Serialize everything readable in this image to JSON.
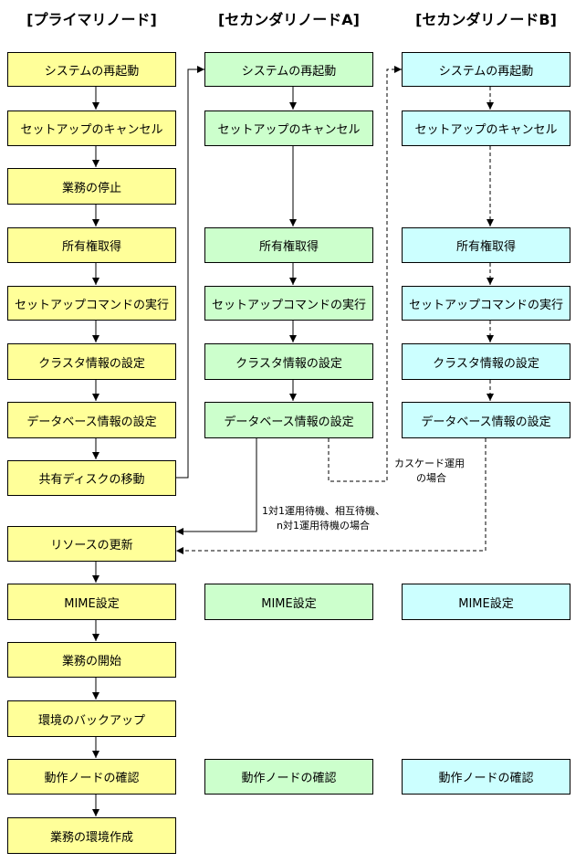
{
  "headers": {
    "primary": "[プライマリノード]",
    "secondary_a": "[セカンダリノードA]",
    "secondary_b": "[セカンダリノードB]"
  },
  "primary": {
    "restart": "システムの再起動",
    "cancel_setup": "セットアップのキャンセル",
    "stop_business": "業務の停止",
    "take_ownership": "所有権取得",
    "run_setup_cmd": "セットアップコマンドの実行",
    "cluster_info": "クラスタ情報の設定",
    "db_info": "データベース情報の設定",
    "move_shared_disk": "共有ディスクの移動",
    "update_resource": "リソースの更新",
    "mime": "MIME設定",
    "start_business": "業務の開始",
    "backup_env": "環境のバックアップ",
    "confirm_node": "動作ノードの確認",
    "create_env": "業務の環境作成"
  },
  "secondary_a": {
    "restart": "システムの再起動",
    "cancel_setup": "セットアップのキャンセル",
    "take_ownership": "所有権取得",
    "run_setup_cmd": "セットアップコマンドの実行",
    "cluster_info": "クラスタ情報の設定",
    "db_info": "データベース情報の設定",
    "mime": "MIME設定",
    "confirm_node": "動作ノードの確認"
  },
  "secondary_b": {
    "restart": "システムの再起動",
    "cancel_setup": "セットアップのキャンセル",
    "take_ownership": "所有権取得",
    "run_setup_cmd": "セットアップコマンドの実行",
    "cluster_info": "クラスタ情報の設定",
    "db_info": "データベース情報の設定",
    "mime": "MIME設定",
    "confirm_node": "動作ノードの確認"
  },
  "notes": {
    "cascade_line1": "カスケード運用",
    "cascade_line2": "の場合",
    "one_to_one_line1": "1対1運用待機、相互待機、",
    "one_to_one_line2": "n対1運用待機の場合"
  },
  "colors": {
    "primary_fill": "#ffff99",
    "secondary_a_fill": "#ccffcc",
    "secondary_b_fill": "#ccffff",
    "line": "#000000"
  }
}
